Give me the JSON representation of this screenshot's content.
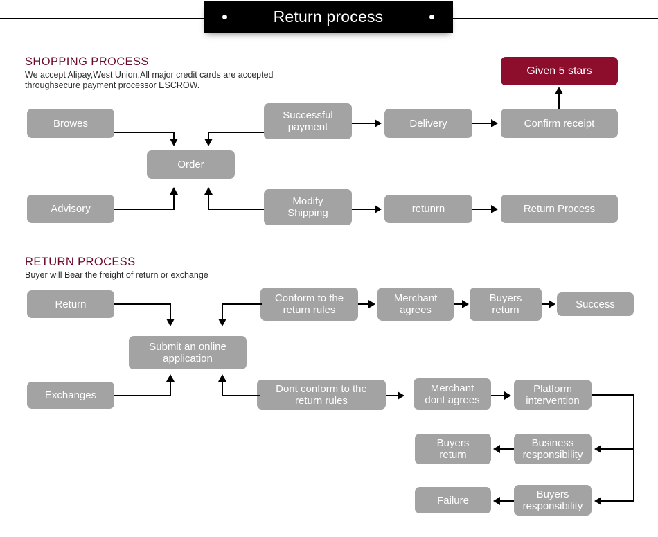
{
  "banner": {
    "title": "Return process",
    "dot_left": "bullet-dot",
    "dot_right": "bullet-dot"
  },
  "shopping_section": {
    "heading": "SHOPPING PROCESS",
    "description": "We accept Alipay,West Union,All major credit cards are accepted\nthroughsecure payment processor ESCROW.",
    "nodes": {
      "browes": "Browes",
      "order": "Order",
      "successful_payment": "Successful\npayment",
      "delivery": "Delivery",
      "confirm_receipt": "Confirm receipt",
      "given_5_stars": "Given 5 stars",
      "advisory": "Advisory",
      "modify_shipping": "Modify\nShipping",
      "returnn": "retunrn",
      "return_process": "Return Process"
    }
  },
  "return_section": {
    "heading": "RETURN PROCESS",
    "description": "Buyer will Bear the freight of return or exchange",
    "nodes": {
      "return": "Return",
      "submit_online_application": "Submit an online\napplication",
      "conform_rules": "Conform to the\nreturn rules",
      "merchant_agrees": "Merchant\nagrees",
      "buyers_return_top": "Buyers\nreturn",
      "success": "Success",
      "exchanges": "Exchanges",
      "dont_conform_rules": "Dont conform to the\nreturn rules",
      "merchant_dont_agrees": "Merchant\ndont agrees",
      "platform_intervention": "Platform\nintervention",
      "business_responsibility": "Business\nresponsibility",
      "buyers_return_mid": "Buyers\nreturn",
      "buyers_responsibility": "Buyers\nresponsibility",
      "failure": "Failure"
    }
  },
  "colors": {
    "node_gray": "#a3a3a3",
    "accent_maroon": "#8c0d2c",
    "heading_maroon": "#6b0a2a",
    "banner_black": "#000000",
    "node_text": "#ffffff"
  }
}
